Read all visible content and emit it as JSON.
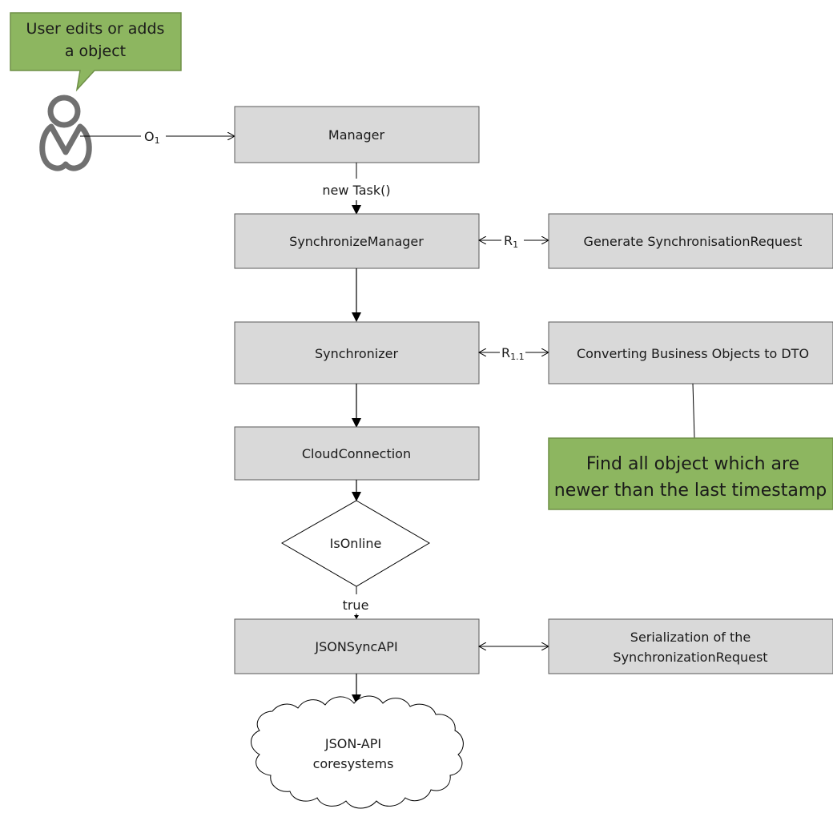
{
  "callout": {
    "line1": "User edits or adds",
    "line2": "a object"
  },
  "nodes": {
    "manager": "Manager",
    "synchronize_manager": "SynchronizeManager",
    "generate_request": "Generate SynchronisationRequest",
    "synchronizer": "Synchronizer",
    "converting": "Converting Business Objects to DTO",
    "cloud_connection": "CloudConnection",
    "is_online": "IsOnline",
    "json_sync_api": "JSONSyncAPI",
    "serialization_line1": "Serialization of the",
    "serialization_line2": "SynchronizationRequest",
    "cloud_line1": "JSON-API",
    "cloud_line2": "coresystems"
  },
  "note": {
    "line1": "Find all object which are",
    "line2": "newer than the last timestamp"
  },
  "edges": {
    "o1_main": "O",
    "o1_sub": "1",
    "new_task": "new Task()",
    "r1_main": "R",
    "r1_sub": "1",
    "r11_main": "R",
    "r11_sub": "1.1",
    "true_label": "true"
  },
  "colors": {
    "box_fill": "#d9d9d9",
    "box_stroke": "#595959",
    "green_fill": "#8db660",
    "green_stroke": "#6e8f47",
    "user_icon": "#707070",
    "line": "#000000"
  }
}
